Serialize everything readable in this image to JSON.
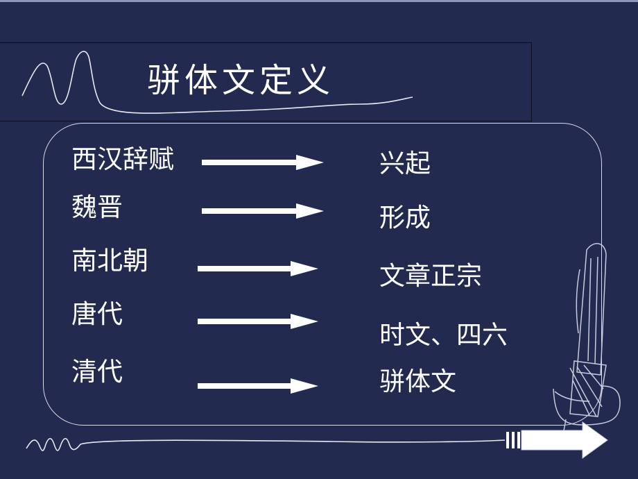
{
  "slide": {
    "title": "骈体文定义",
    "rows": [
      {
        "period": "西汉辞赋",
        "result": "兴起"
      },
      {
        "period": "魏晋",
        "result": "形成"
      },
      {
        "period": "南北朝",
        "result": "文章正宗"
      },
      {
        "period": "唐代",
        "result": "时文、四六"
      },
      {
        "period": "清代",
        "result": "骈体文"
      }
    ]
  },
  "colors": {
    "background": "#222a50",
    "text": "#ffffff",
    "line": "#d8dce8"
  },
  "icons": [
    "squiggle-decoration",
    "pen-illustration",
    "forward-arrow-icon"
  ]
}
